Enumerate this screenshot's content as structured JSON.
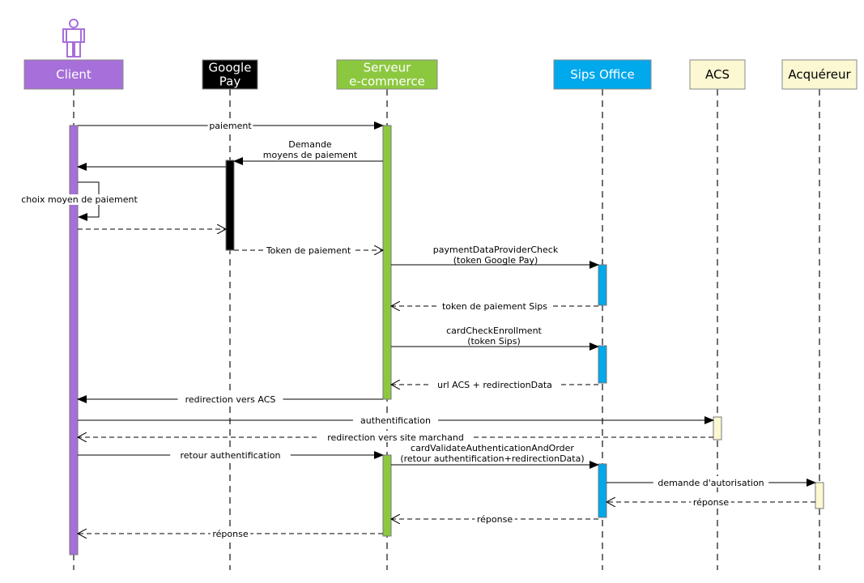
{
  "participants": [
    {
      "id": "client",
      "lines": [
        "Client"
      ],
      "fill": "#a76fd9",
      "text_color": "#ffffff"
    },
    {
      "id": "google-pay",
      "lines": [
        "Google",
        "Pay"
      ],
      "fill": "#000000",
      "text_color": "#ffffff"
    },
    {
      "id": "serveur",
      "lines": [
        "Serveur",
        "e-commerce"
      ],
      "fill": "#8cc83f",
      "text_color": "#ffffff"
    },
    {
      "id": "sips-office",
      "lines": [
        "Sips Office"
      ],
      "fill": "#00a8ec",
      "text_color": "#ffffff"
    },
    {
      "id": "acs",
      "lines": [
        "ACS"
      ],
      "fill": "#fbf8d2",
      "text_color": "#000000"
    },
    {
      "id": "acquereur",
      "lines": [
        "Acquéreur"
      ],
      "fill": "#fbf8d2",
      "text_color": "#000000"
    }
  ],
  "actor_icon": {
    "color": "#a76fd9"
  },
  "messages": [
    {
      "id": "paiement",
      "from": "client",
      "to": "serveur",
      "kind": "sync",
      "lines": [
        "paiement"
      ]
    },
    {
      "id": "demande-moyens",
      "from": "serveur",
      "to": "google-pay",
      "kind": "sync",
      "lines": [
        "Demande",
        "moyens de paiement"
      ]
    },
    {
      "id": "gp-to-client",
      "from": "google-pay",
      "to": "client",
      "kind": "sync",
      "lines": []
    },
    {
      "id": "choix-moyen",
      "from": "client",
      "to": "client",
      "kind": "self",
      "lines": [
        "choix moyen de paiement"
      ]
    },
    {
      "id": "client-to-gp",
      "from": "client",
      "to": "google-pay",
      "kind": "reply",
      "lines": []
    },
    {
      "id": "token-paiement",
      "from": "google-pay",
      "to": "serveur",
      "kind": "reply",
      "lines": [
        "Token de paiement"
      ]
    },
    {
      "id": "payment-data-check",
      "from": "serveur",
      "to": "sips-office",
      "kind": "sync",
      "lines": [
        "paymentDataProviderCheck",
        "(token Google Pay)"
      ]
    },
    {
      "id": "token-sips",
      "from": "sips-office",
      "to": "serveur",
      "kind": "reply",
      "lines": [
        "token de paiement Sips"
      ]
    },
    {
      "id": "card-check",
      "from": "serveur",
      "to": "sips-office",
      "kind": "sync",
      "lines": [
        "cardCheckEnrollment",
        "(token Sips)"
      ]
    },
    {
      "id": "url-acs",
      "from": "sips-office",
      "to": "serveur",
      "kind": "reply",
      "lines": [
        "url ACS + redirectionData"
      ]
    },
    {
      "id": "redirection-acs",
      "from": "serveur",
      "to": "client",
      "kind": "sync",
      "lines": [
        "redirection vers ACS"
      ]
    },
    {
      "id": "authentification",
      "from": "client",
      "to": "acs",
      "kind": "sync",
      "lines": [
        "authentification"
      ]
    },
    {
      "id": "redirection-site",
      "from": "acs",
      "to": "client",
      "kind": "reply",
      "lines": [
        "redirection vers site marchand"
      ]
    },
    {
      "id": "retour-auth",
      "from": "client",
      "to": "serveur",
      "kind": "sync",
      "lines": [
        "retour authentification"
      ]
    },
    {
      "id": "card-validate",
      "from": "serveur",
      "to": "sips-office",
      "kind": "sync",
      "lines": [
        "cardValidateAuthenticationAndOrder",
        "(retour authentification+redirectionData)"
      ]
    },
    {
      "id": "demande-autorisation",
      "from": "sips-office",
      "to": "acquereur",
      "kind": "sync",
      "lines": [
        "demande d'autorisation"
      ]
    },
    {
      "id": "reponse-acq",
      "from": "acquereur",
      "to": "sips-office",
      "kind": "reply",
      "lines": [
        "réponse"
      ]
    },
    {
      "id": "reponse-sips",
      "from": "sips-office",
      "to": "serveur",
      "kind": "reply",
      "lines": [
        "réponse"
      ]
    },
    {
      "id": "reponse-client",
      "from": "serveur",
      "to": "client",
      "kind": "reply",
      "lines": [
        "réponse"
      ]
    }
  ]
}
